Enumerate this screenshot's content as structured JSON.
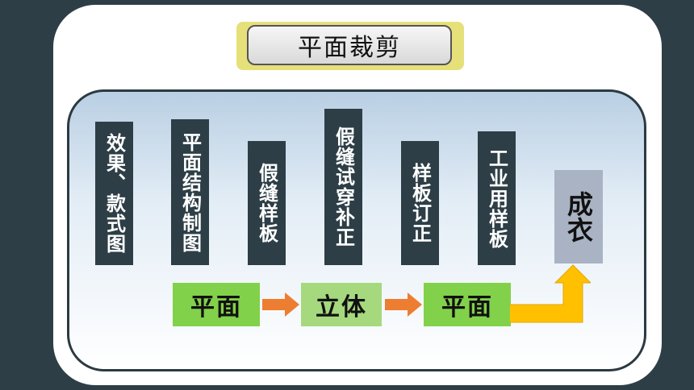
{
  "title": "平面裁剪",
  "steps": [
    "效果、款式图",
    "平面结构制图",
    "假缝样板",
    "假缝试穿补正",
    "样板订正",
    "工业用样板"
  ],
  "result": "成衣",
  "stages": [
    "平面",
    "立体",
    "平面"
  ],
  "colors": {
    "background": "#2d3e46",
    "step_box": "#2d3e46",
    "stage_green": "#82d14a",
    "stage_light_green": "#a6d97e",
    "arrow_orange": "#ed7d31",
    "bent_arrow_gold": "#ffc000",
    "title_frame": "#e6e07a",
    "result_box": "#a9b3c3"
  }
}
